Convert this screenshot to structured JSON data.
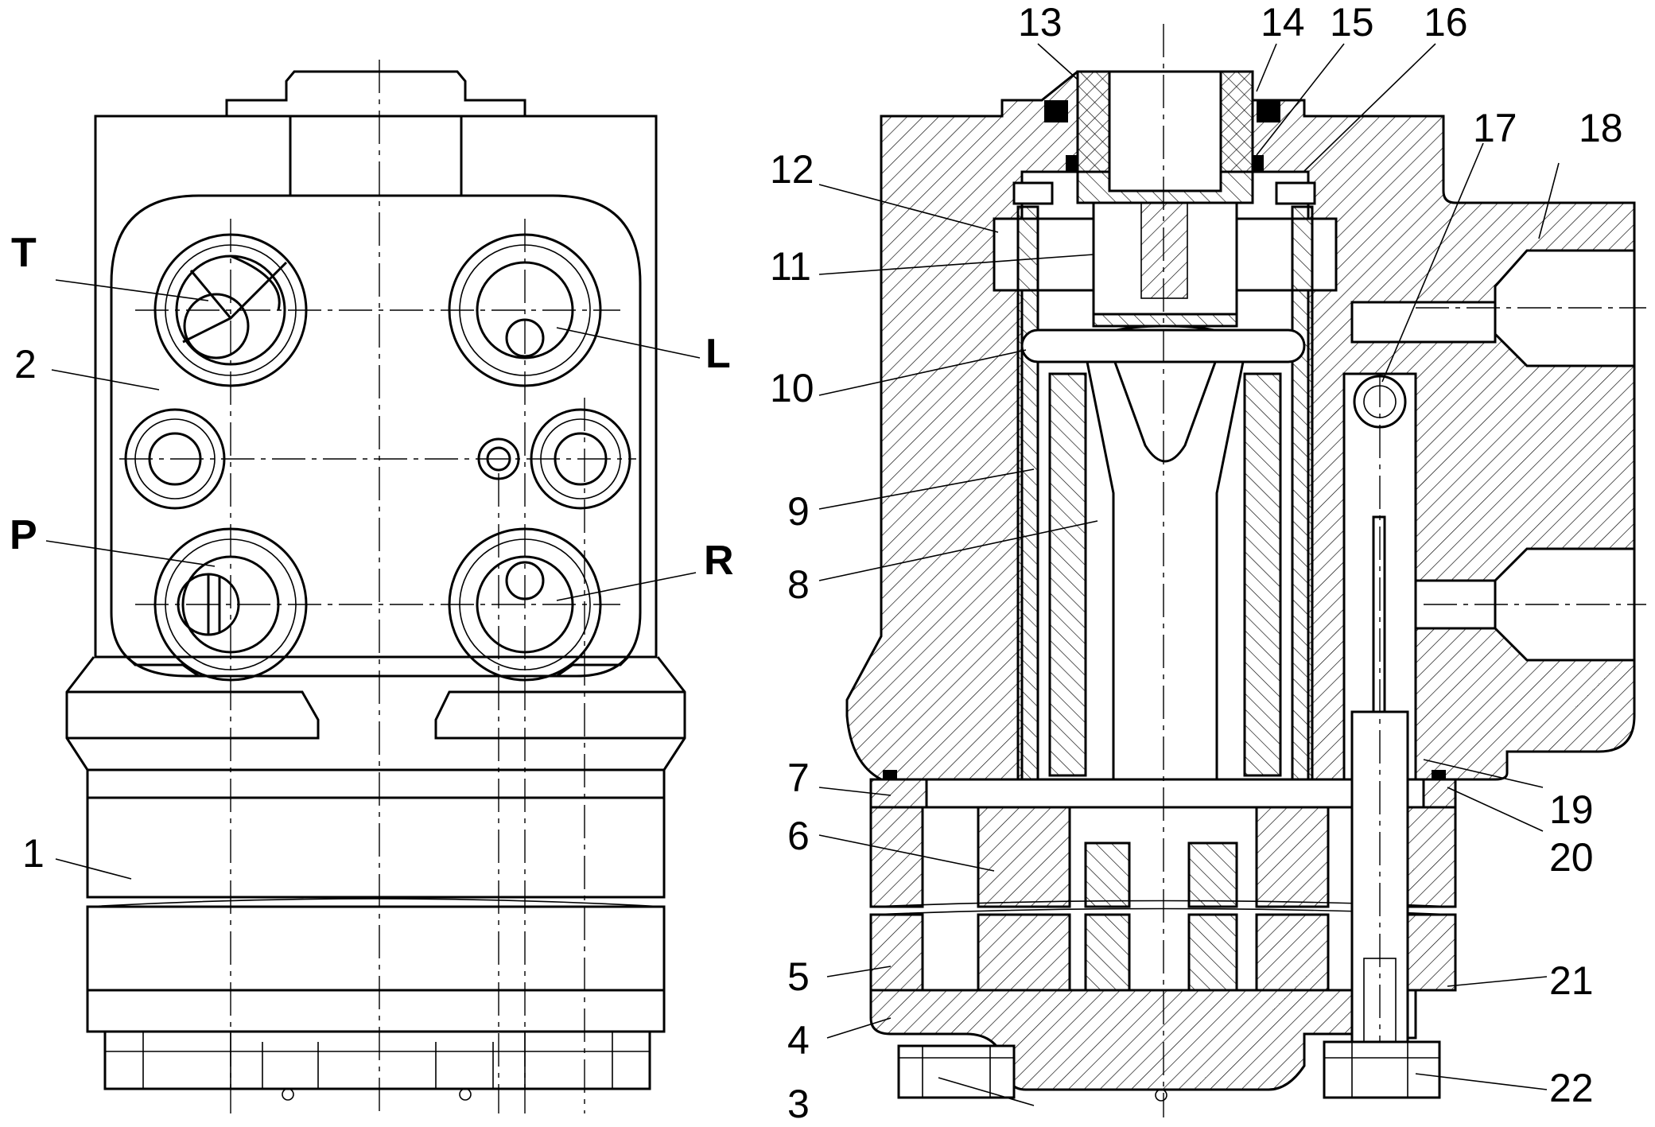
{
  "left_view": {
    "port_labels": [
      {
        "id": "T",
        "text": "T"
      },
      {
        "id": "L",
        "text": "L"
      },
      {
        "id": "P",
        "text": "P"
      },
      {
        "id": "R",
        "text": "R"
      }
    ],
    "part_labels": [
      {
        "id": "2",
        "text": "2"
      },
      {
        "id": "1",
        "text": "1"
      }
    ]
  },
  "section_view": {
    "part_labels": [
      {
        "id": "3",
        "text": "3"
      },
      {
        "id": "4",
        "text": "4"
      },
      {
        "id": "5",
        "text": "5"
      },
      {
        "id": "6",
        "text": "6"
      },
      {
        "id": "7",
        "text": "7"
      },
      {
        "id": "8",
        "text": "8"
      },
      {
        "id": "9",
        "text": "9"
      },
      {
        "id": "10",
        "text": "10"
      },
      {
        "id": "11",
        "text": "11"
      },
      {
        "id": "12",
        "text": "12"
      },
      {
        "id": "13",
        "text": "13"
      },
      {
        "id": "14",
        "text": "14"
      },
      {
        "id": "15",
        "text": "15"
      },
      {
        "id": "16",
        "text": "16"
      },
      {
        "id": "17",
        "text": "17"
      },
      {
        "id": "18",
        "text": "18"
      },
      {
        "id": "19",
        "text": "19"
      },
      {
        "id": "20",
        "text": "20"
      },
      {
        "id": "21",
        "text": "21"
      },
      {
        "id": "22",
        "text": "22"
      }
    ]
  }
}
